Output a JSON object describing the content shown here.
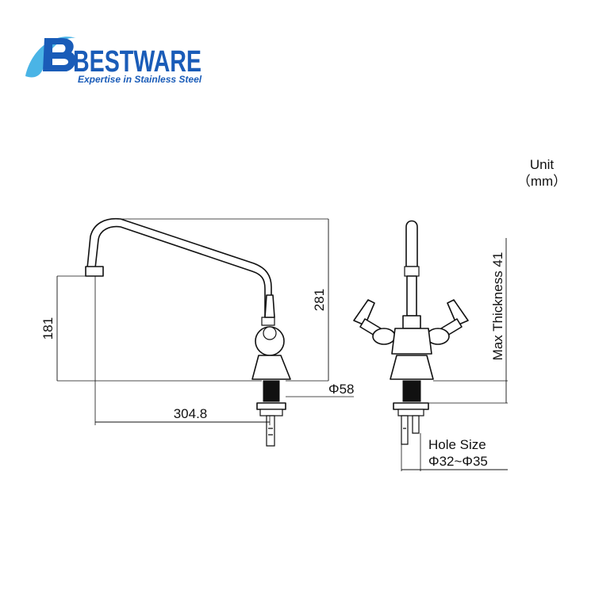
{
  "logo": {
    "wordmark": "BESTWARE",
    "tagline": "Expertise in Stainless Steel",
    "primary_color": "#1a5cb8",
    "accent_color": "#4ab4e6"
  },
  "units": {
    "label": "Unit",
    "value": "（mm）"
  },
  "dimensions": {
    "spout_height": "181",
    "overall_height": "281",
    "spout_reach": "304.8",
    "base_diameter": "Φ58",
    "max_thickness": "Max Thickness 41",
    "hole_size_label": "Hole Size",
    "hole_size_value": "Φ32~Φ35"
  }
}
